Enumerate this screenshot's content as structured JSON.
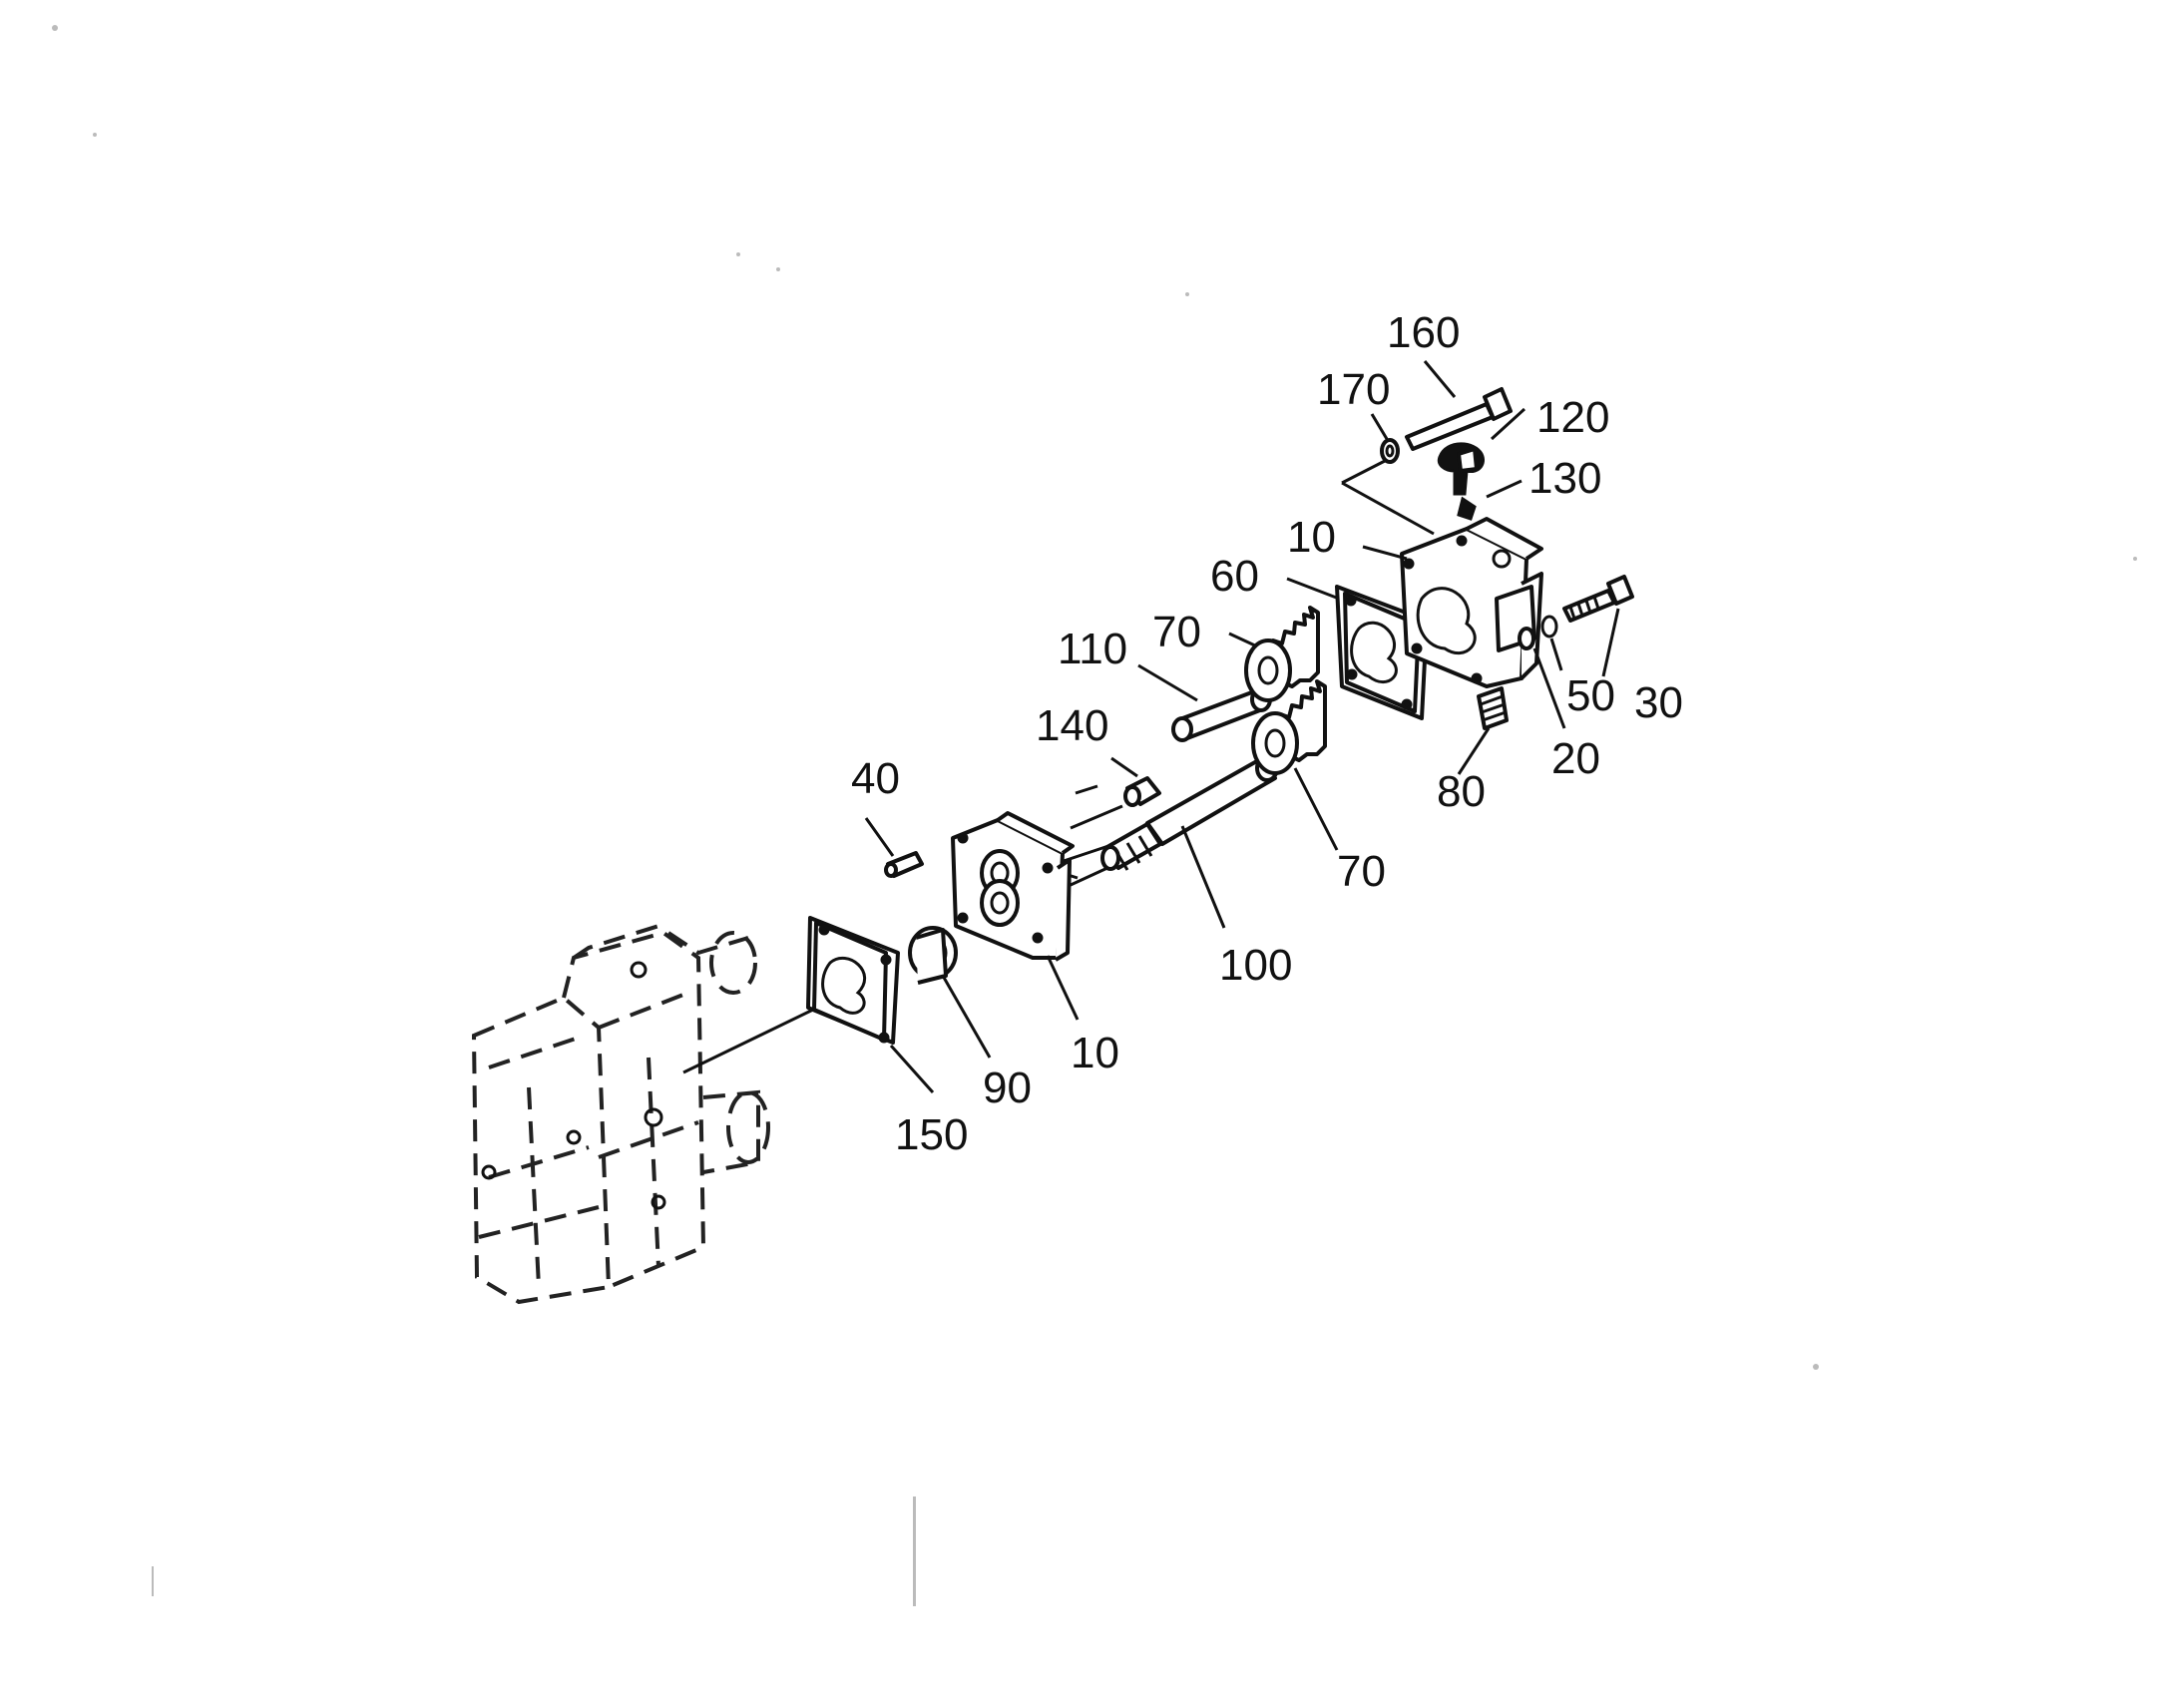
{
  "labels": {
    "l160": "160",
    "l170": "170",
    "l120": "120",
    "l130": "130",
    "l10_top": "10",
    "l60": "60",
    "l30": "30",
    "l50": "50",
    "l20": "20",
    "l80": "80",
    "l110": "110",
    "l70_top": "70",
    "l70_bottom": "70",
    "l140": "140",
    "l40": "40",
    "l100": "100",
    "l10_bottom": "10",
    "l90": "90",
    "l150": "150"
  }
}
